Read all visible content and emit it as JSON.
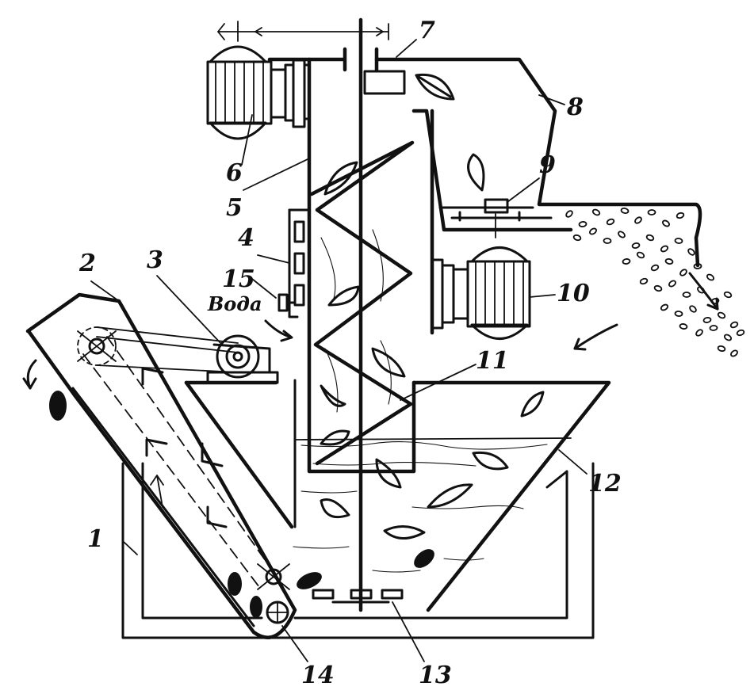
{
  "diagram": {
    "labels": {
      "n1": "1",
      "n2": "2",
      "n3": "3",
      "n4": "4",
      "n5": "5",
      "n6": "6",
      "n7": "7",
      "n8": "8",
      "n9": "9",
      "n10": "10",
      "n11": "11",
      "n12": "12",
      "n13": "13",
      "n14": "14",
      "n15": "15"
    },
    "water_inlet_label": "Вода"
  }
}
